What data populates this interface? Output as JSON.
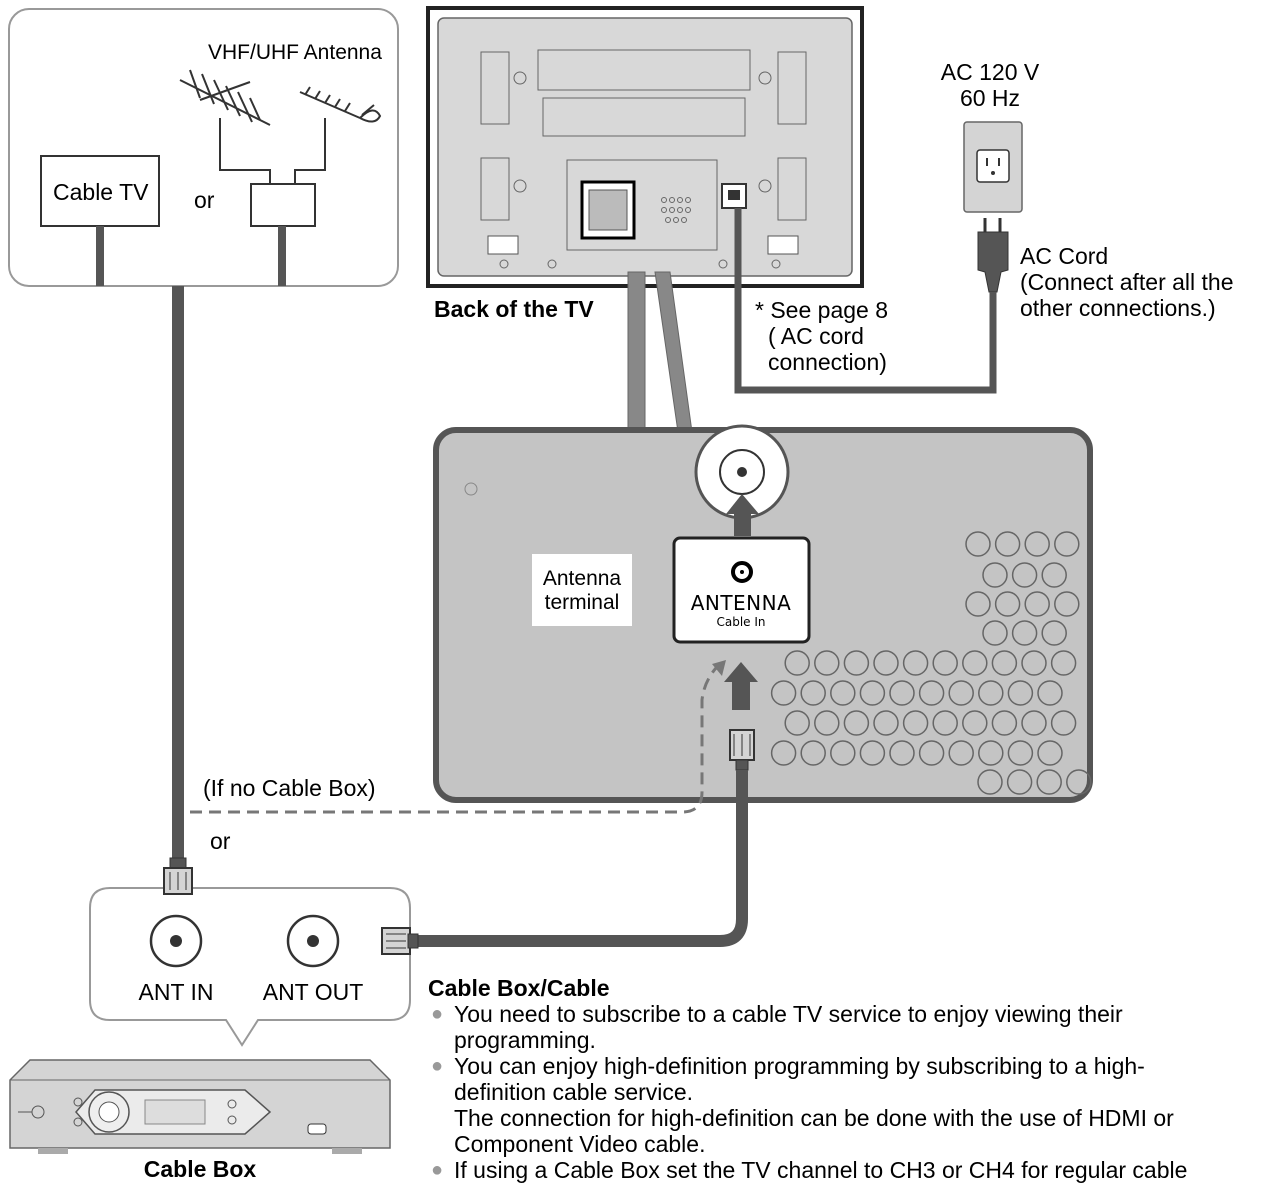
{
  "labels": {
    "vhf_uhf_antenna": "VHF/UHF Antenna",
    "cable_tv": "Cable TV",
    "or_top": "or",
    "back_of_tv": "Back of the TV",
    "ac_power_line1": "AC 120 V",
    "ac_power_line2": "60 Hz",
    "ac_cord": "AC Cord",
    "ac_cord_note_line1": "(Connect after all the",
    "ac_cord_note_line2": "other connections.)",
    "see_page_line1": "* See page 8",
    "see_page_line2": "( AC cord",
    "see_page_line3": "connection)",
    "antenna_terminal_line1": "Antenna",
    "antenna_terminal_line2": "terminal",
    "terminal_name": "ANTENNA",
    "terminal_sub": "Cable In",
    "if_no_cable_box": "(If no Cable Box)",
    "or_bottom": "or",
    "ant_in": "ANT IN",
    "ant_out": "ANT OUT",
    "cable_box": "Cable Box"
  },
  "notes": {
    "heading": "Cable Box/Cable",
    "items": [
      {
        "line1": "You need to subscribe to a cable TV service to enjoy viewing their",
        "line2": "programming.",
        "line3": "",
        "line4": ""
      },
      {
        "line1": "You can enjoy high-definition programming by subscribing to a high-",
        "line2": "definition cable service.",
        "line3": "The connection for high-definition can be done with the use of HDMI or",
        "line4": "Component Video cable."
      },
      {
        "line1": "If using a Cable Box set the TV channel to CH3 or CH4 for regular cable",
        "line2": "",
        "line3": "",
        "line4": ""
      }
    ]
  },
  "colors": {
    "panel_fill": "#c8c8c8",
    "terminal_panel_fill": "#c4c4c4",
    "cable": "#555555",
    "outline": "#333333",
    "device_fill": "#d4d4d4"
  }
}
